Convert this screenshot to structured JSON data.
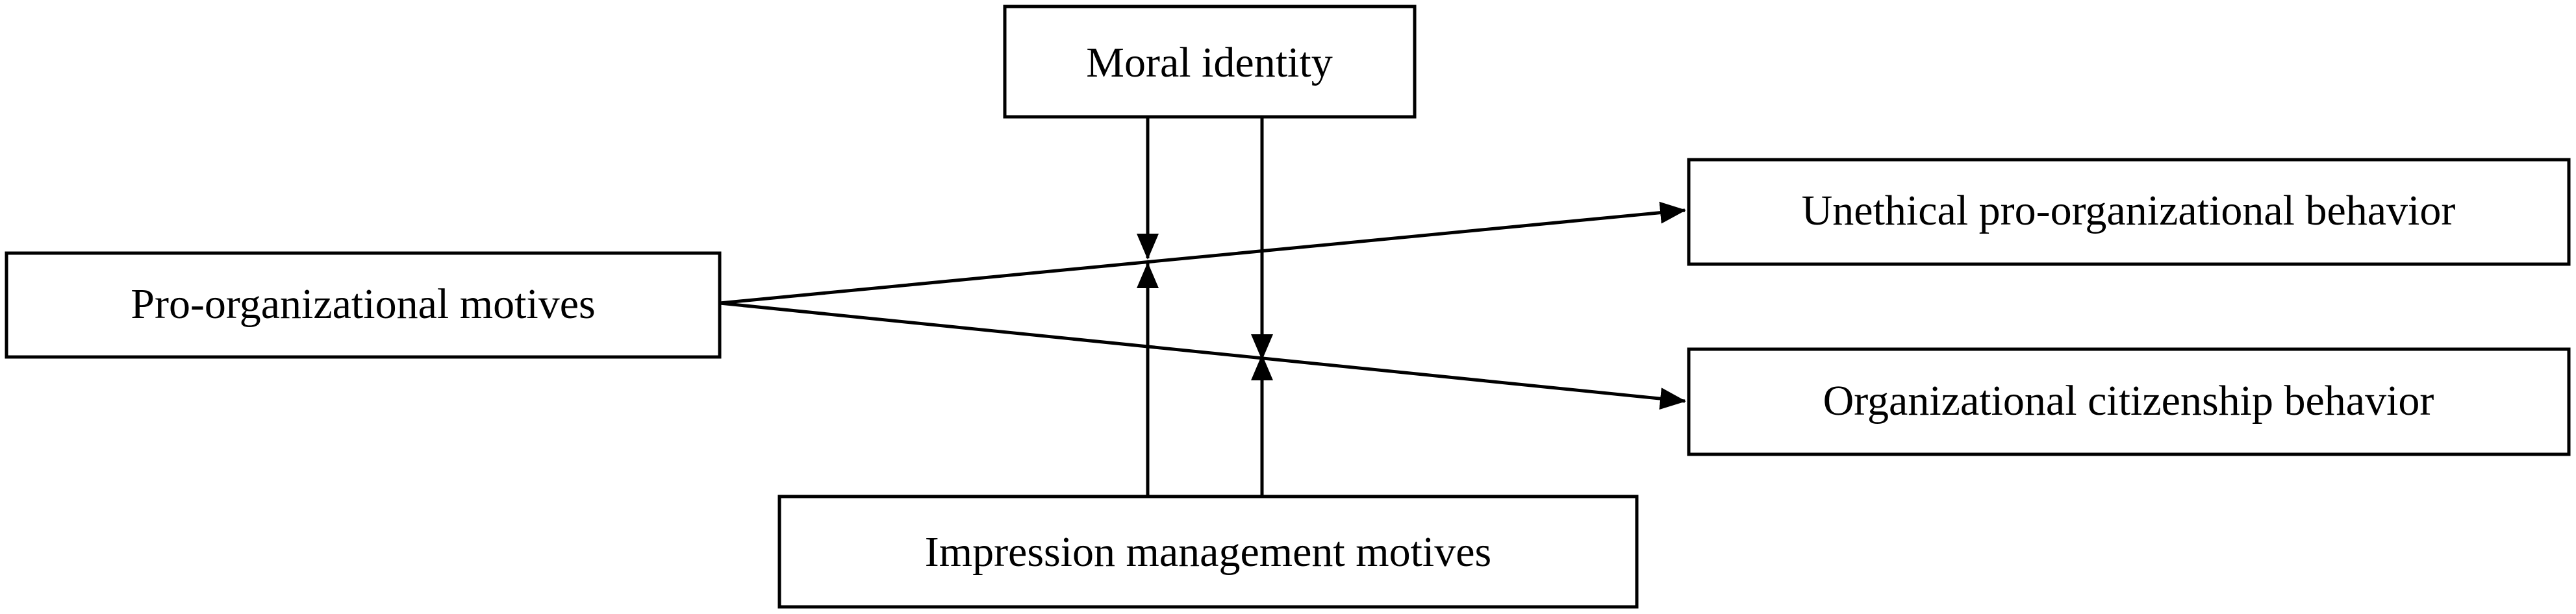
{
  "nodes": {
    "moral_identity": "Moral identity",
    "pro_organizational_motives": "Pro-organizational motives",
    "unethical_pro_organizational_behavior": "Unethical pro-organizational behavior",
    "organizational_citizenship_behavior": "Organizational citizenship behavior",
    "impression_management_motives": "Impression management motives"
  },
  "edges": [
    {
      "from": "Pro-organizational motives",
      "to": "Unethical pro-organizational behavior"
    },
    {
      "from": "Pro-organizational motives",
      "to": "Organizational citizenship behavior"
    },
    {
      "from": "Moral identity",
      "to": "Pro-organizational motives → Unethical pro-organizational behavior"
    },
    {
      "from": "Moral identity",
      "to": "Pro-organizational motives → Organizational citizenship behavior"
    },
    {
      "from": "Impression management motives",
      "to": "Pro-organizational motives → Unethical pro-organizational behavior"
    },
    {
      "from": "Impression management motives",
      "to": "Pro-organizational motives → Organizational citizenship behavior"
    }
  ]
}
